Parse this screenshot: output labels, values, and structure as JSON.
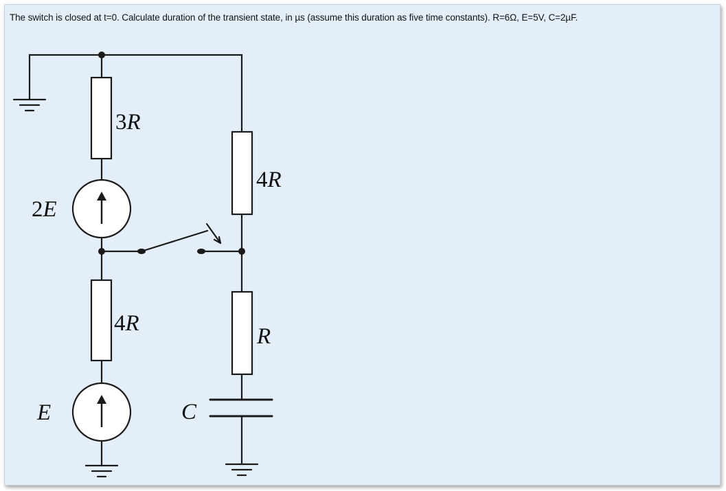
{
  "question": {
    "text": "The switch is closed at t=0. Calculate duration of the transient state, in µs (assume this duration as five time constants). R=6Ω, E=5V, C=2µF."
  },
  "circuit": {
    "labels": {
      "r_top_left": "3R",
      "r_top_right": "4R",
      "source_top": "2E",
      "r_bottom_left": "4R",
      "r_bottom_right": "R",
      "source_bottom": "E",
      "capacitor": "C"
    }
  },
  "colors": {
    "background": "#e3eef9",
    "line": "#1a1a1a",
    "component_fill": "#ffffff"
  }
}
